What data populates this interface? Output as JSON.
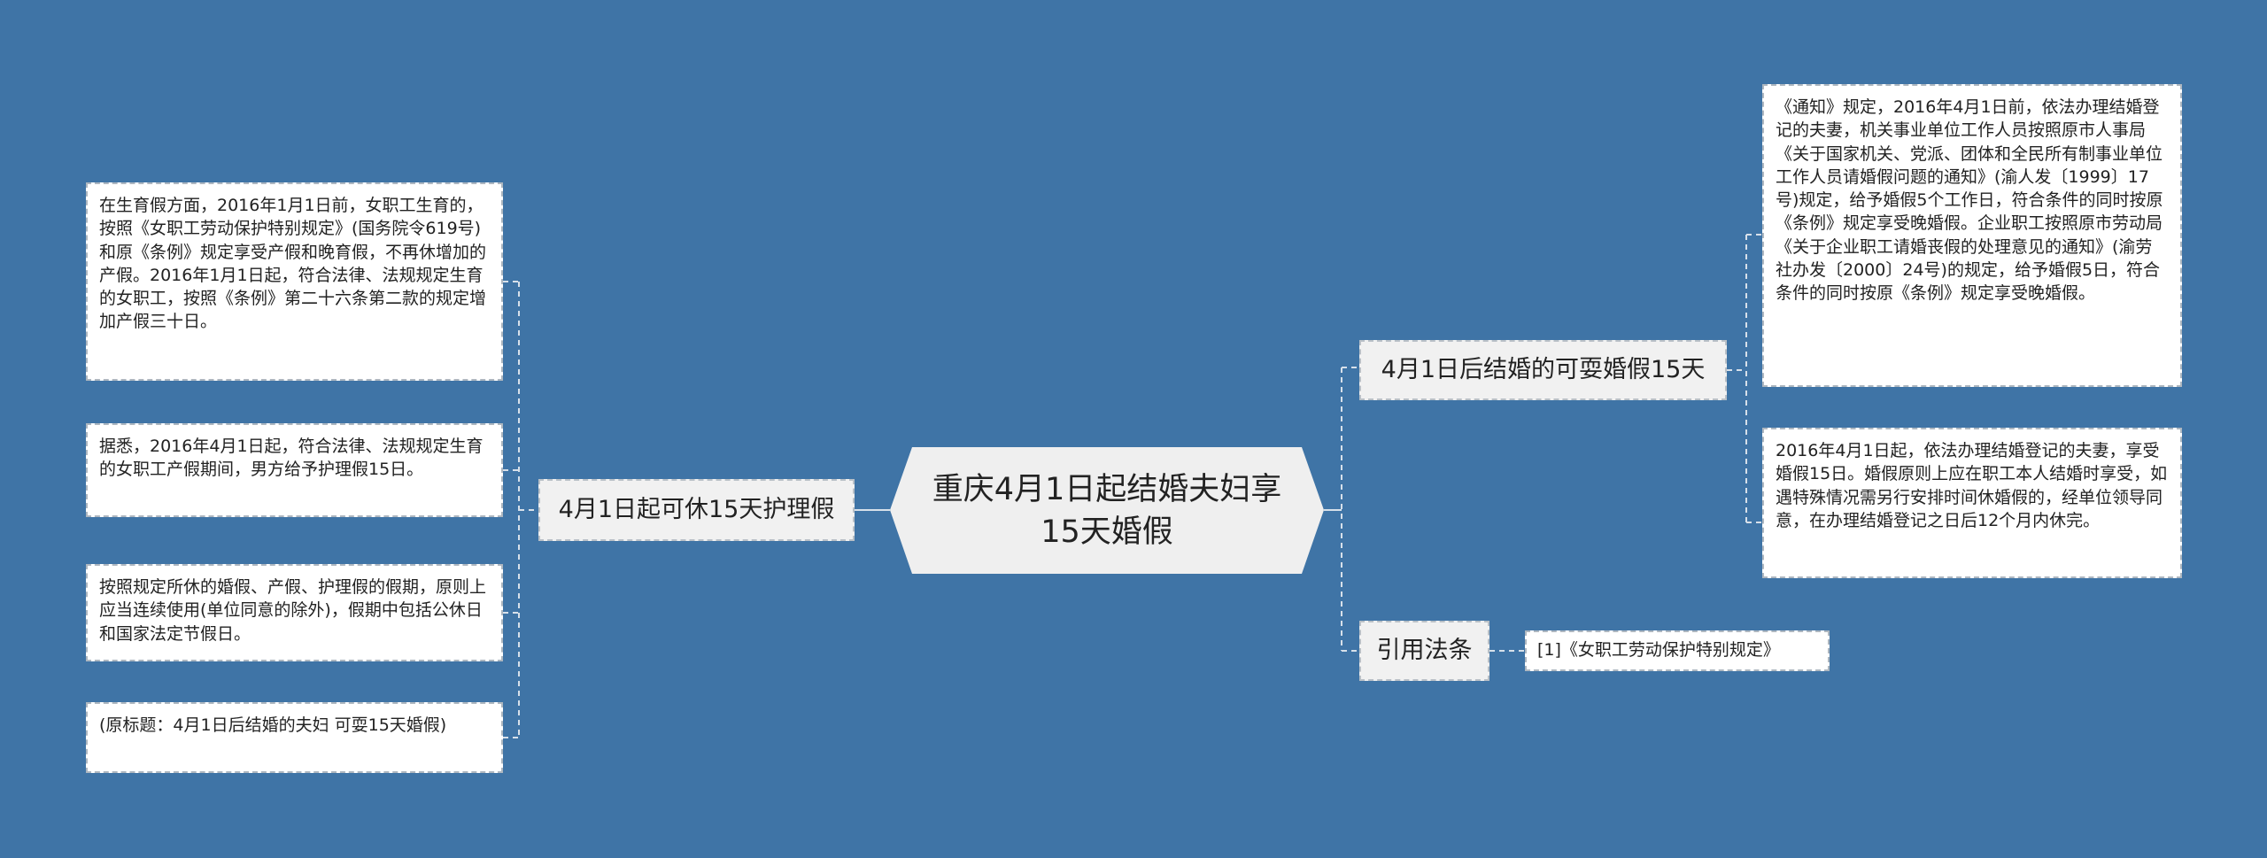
{
  "root": {
    "title": "重庆4月1日起结婚夫妇享15天婚假"
  },
  "left": {
    "branch": "4月1日起可休15天护理假",
    "leaves": [
      "在生育假方面，2016年1月1日前，女职工生育的，按照《女职工劳动保护特别规定》(国务院令619号)和原《条例》规定享受产假和晚育假，不再休增加的产假。2016年1月1日起，符合法律、法规规定生育的女职工，按照《条例》第二十六条第二款的规定增加产假三十日。",
      "据悉，2016年4月1日起，符合法律、法规规定生育的女职工产假期间，男方给予护理假15日。",
      "按照规定所休的婚假、产假、护理假的假期，原则上应当连续使用(单位同意的除外)，假期中包括公休日和国家法定节假日。",
      "(原标题：4月1日后结婚的夫妇 可耍15天婚假)"
    ]
  },
  "right": {
    "branch_marriage": "4月1日后结婚的可耍婚假15天",
    "marriage_leaves": [
      "《通知》规定，2016年4月1日前，依法办理结婚登记的夫妻，机关事业单位工作人员按照原市人事局《关于国家机关、党派、团体和全民所有制事业单位工作人员请婚假问题的通知》(渝人发〔1999〕17号)规定，给予婚假5个工作日，符合条件的同时按原《条例》规定享受晚婚假。企业职工按照原市劳动局《关于企业职工请婚丧假的处理意见的通知》(渝劳社办发〔2000〕24号)的规定，给予婚假5日，符合条件的同时按原《条例》规定享受晚婚假。",
      "2016年4月1日起，依法办理结婚登记的夫妻，享受婚假15日。婚假原则上应在职工本人结婚时享受，如遇特殊情况需另行安排时间休婚假的，经单位领导同意，在办理结婚登记之日后12个月内休完。"
    ],
    "branch_law": "引用法条",
    "law_leaves": [
      "[1]《女职工劳动保护特别规定》"
    ]
  }
}
